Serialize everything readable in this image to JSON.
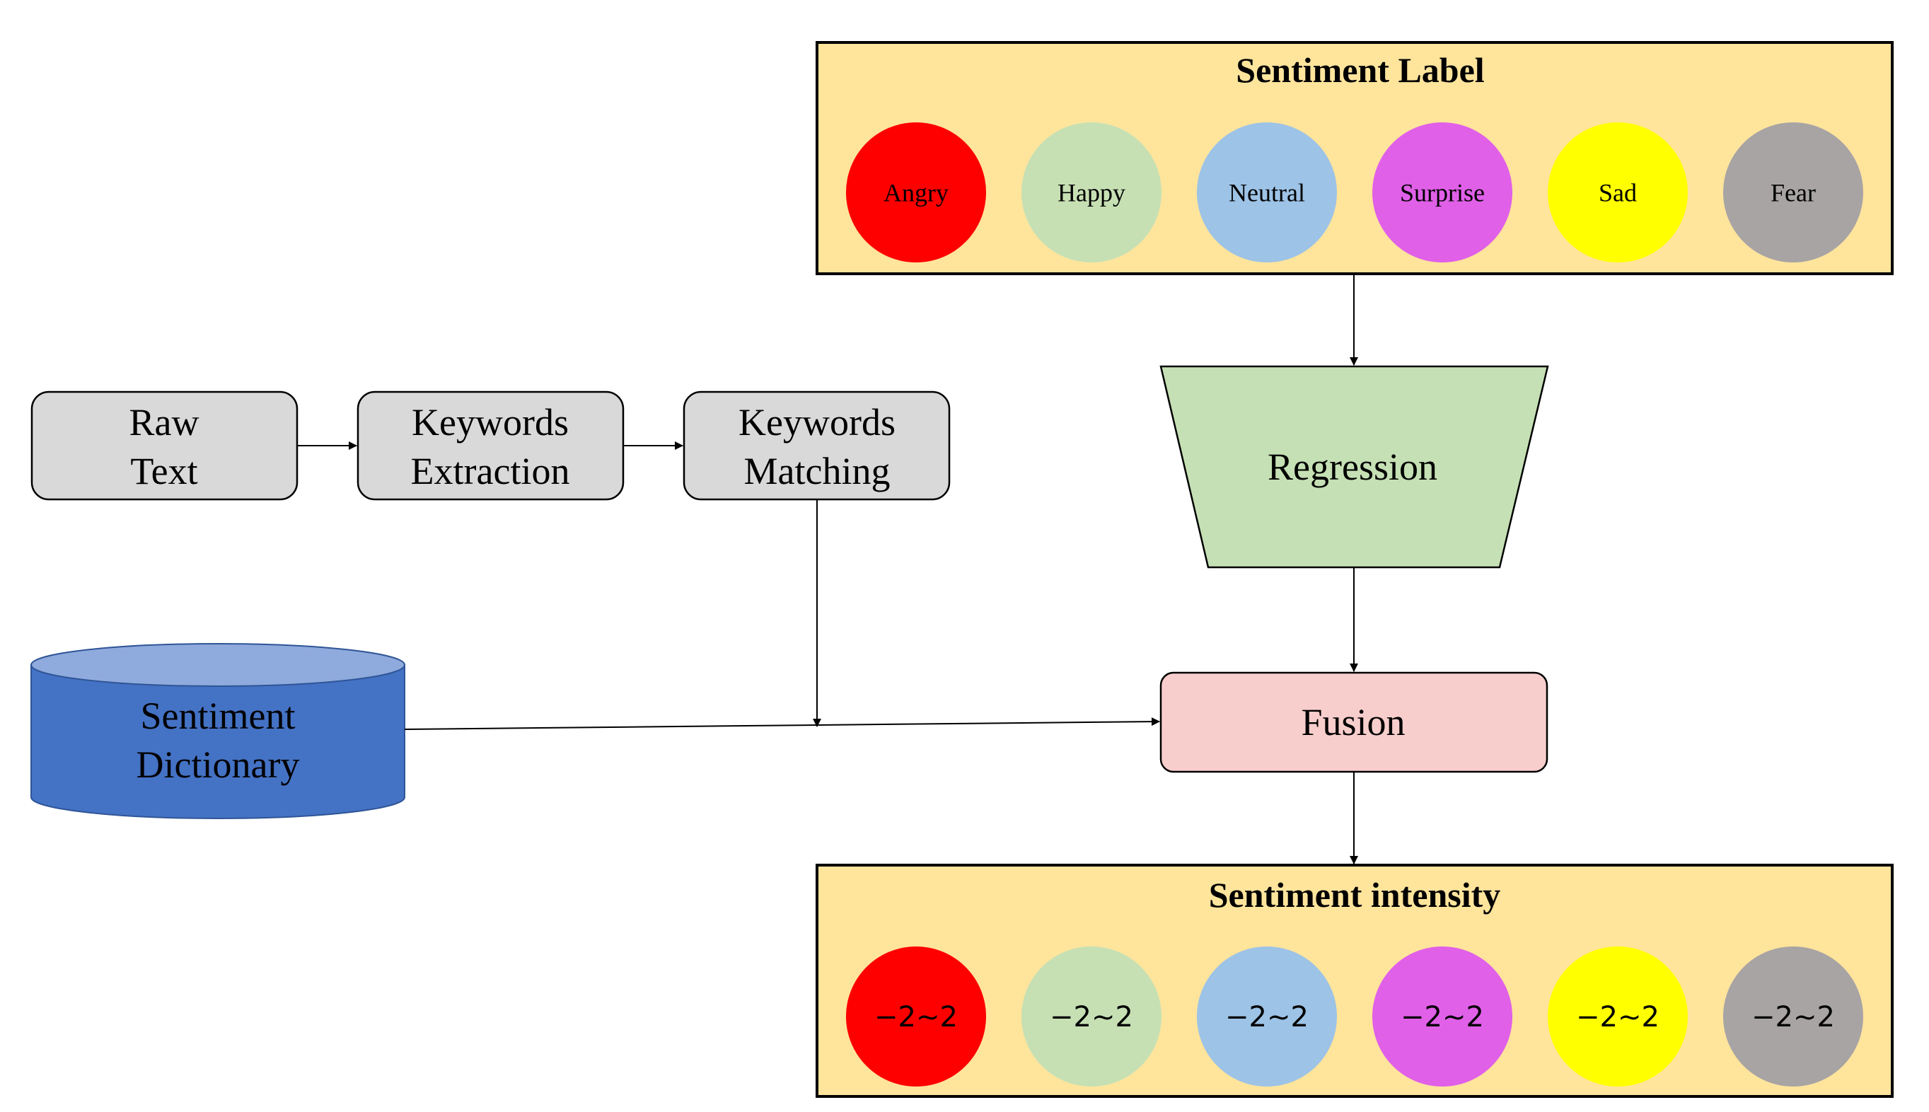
{
  "sentiment_label_panel": {
    "title": "Sentiment Label",
    "emotions": [
      {
        "label": "Angry",
        "color": "#ff0000"
      },
      {
        "label": "Happy",
        "color": "#c6e0b4"
      },
      {
        "label": "Neutral",
        "color": "#9dc3e6"
      },
      {
        "label": "Surprise",
        "color": "#e060e8"
      },
      {
        "label": "Sad",
        "color": "#ffff00"
      },
      {
        "label": "Fear",
        "color": "#a8a4a4"
      }
    ]
  },
  "sentiment_intensity_panel": {
    "title": "Sentiment intensity",
    "ranges": [
      {
        "label": "−2~2",
        "color": "#ff0000"
      },
      {
        "label": "−2~2",
        "color": "#c6e0b4"
      },
      {
        "label": "−2~2",
        "color": "#9dc3e6"
      },
      {
        "label": "−2~2",
        "color": "#e060e8"
      },
      {
        "label": "−2~2",
        "color": "#ffff00"
      },
      {
        "label": "−2~2",
        "color": "#a8a4a4"
      }
    ]
  },
  "pipeline": {
    "raw_text": [
      "Raw",
      "Text"
    ],
    "keywords_extraction": [
      "Keywords",
      "Extraction"
    ],
    "keywords_matching": [
      "Keywords",
      "Matching"
    ],
    "sentiment_dictionary": [
      "Sentiment",
      "Dictionary"
    ],
    "regression": "Regression",
    "fusion": "Fusion"
  },
  "colors": {
    "panel_fill": "#ffe49c",
    "process_box_fill": "#d9d9d9",
    "regression_fill": "#c5e0b4",
    "fusion_fill": "#f8cecc",
    "dictionary_body": "#4472c4",
    "dictionary_top": "#8faadc"
  }
}
